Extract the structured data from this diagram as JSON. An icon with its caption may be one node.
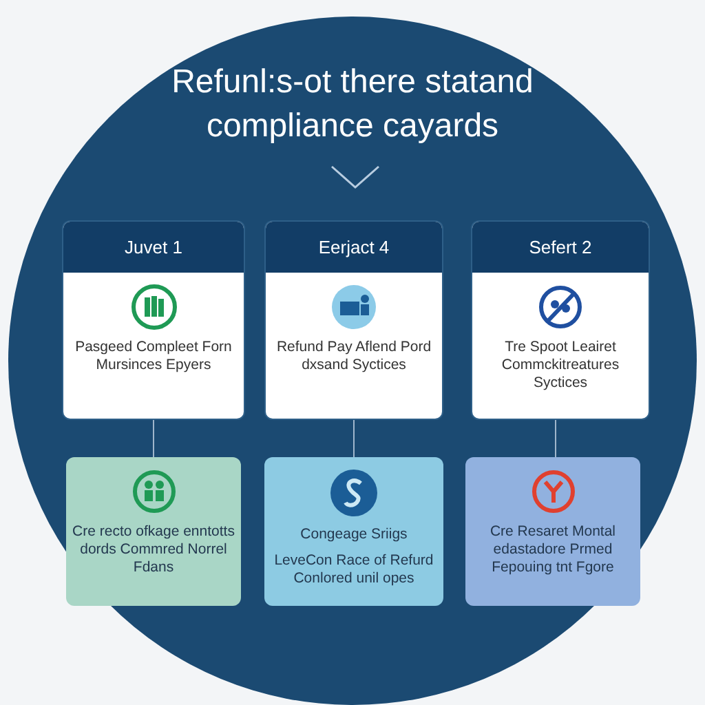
{
  "diagram": {
    "title": "Refunl:s-ot there statand compliance cayards",
    "nodes": [
      {
        "text": [
          "Juvet 1",
          "Pasgeed Compleet Forn Mursinces Epyers"
        ]
      },
      {
        "text": [
          "Eerjact 4",
          "Refund Pay Aflend Pord dxsand Syctices"
        ]
      },
      {
        "text": [
          "Sefert 2",
          "Tre Spoot Leairet Commckitreatures Syctices"
        ]
      },
      {
        "text": [
          "Cre recto ofkage enntotts dords Commred Norrel Fdans"
        ]
      },
      {
        "text": [
          "Congeage Sriigs",
          "LeveCon Race of Refurd Conlored unil opes"
        ]
      },
      {
        "text": [
          "Cre Resaret Montal edastadore Prmed Fepouing tnt Fgore"
        ]
      }
    ],
    "edges": [
      {
        "from": 0,
        "to": 3,
        "arrow": "none"
      },
      {
        "from": 1,
        "to": 4,
        "arrow": "none"
      },
      {
        "from": 2,
        "to": 5,
        "arrow": "none"
      }
    ]
  }
}
